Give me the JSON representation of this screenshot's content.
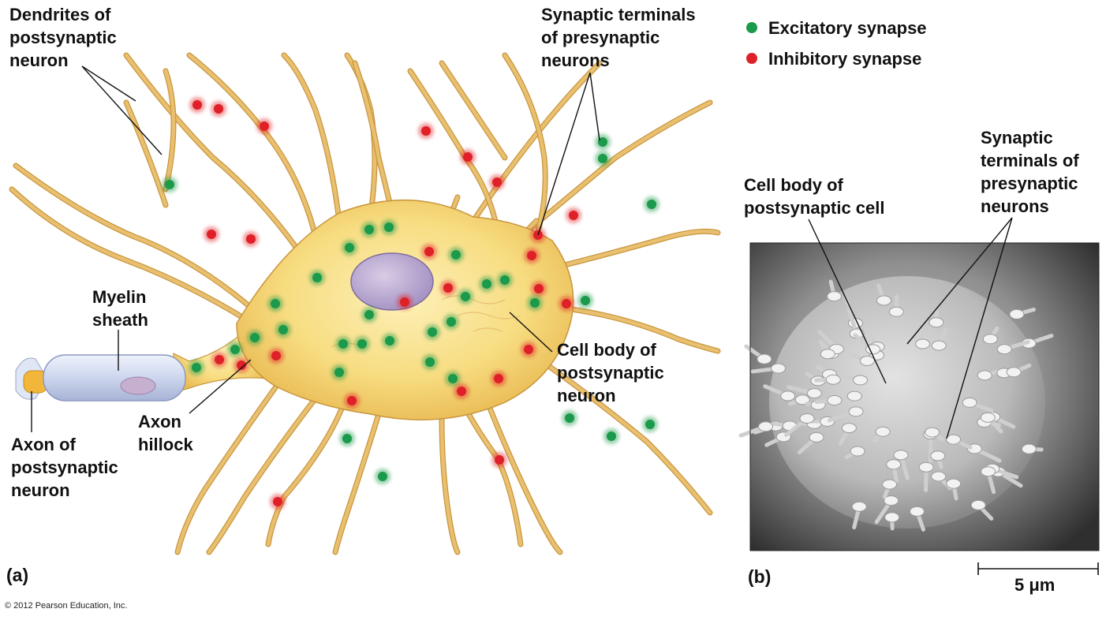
{
  "panel_a": {
    "label": "(a)",
    "labels": {
      "dendrites": [
        "Dendrites of",
        "postsynaptic",
        "neuron"
      ],
      "synaptic_terminals": [
        "Synaptic terminals",
        "of presynaptic",
        "neurons"
      ],
      "myelin": [
        "Myelin",
        "sheath"
      ],
      "axon_hillock": [
        "Axon",
        "hillock"
      ],
      "axon": [
        "Axon of",
        "postsynaptic",
        "neuron"
      ],
      "cell_body": [
        "Cell body of",
        "postsynaptic",
        "neuron"
      ]
    }
  },
  "panel_b": {
    "label": "(b)",
    "labels": {
      "cell_body": [
        "Cell body of",
        "postsynaptic cell"
      ],
      "synaptic_terminals": [
        "Synaptic",
        "terminals of",
        "presynaptic",
        "neurons"
      ]
    },
    "scale_bar": "5 μm"
  },
  "legend": {
    "items": [
      {
        "label": "Excitatory synapse",
        "color": "#1a9a4a"
      },
      {
        "label": "Inhibitory synapse",
        "color": "#e02028"
      }
    ]
  },
  "copyright": "© 2012 Pearson Education, Inc.",
  "colors": {
    "dendrite": "#e8c070",
    "dendrite_edge": "#c9963e",
    "cell_body": "#f7dc80",
    "nucleus": "#b7a6cc",
    "myelin": "#cfd8ee",
    "excitatory": "#1a9a4a",
    "inhibitory": "#e02028"
  }
}
